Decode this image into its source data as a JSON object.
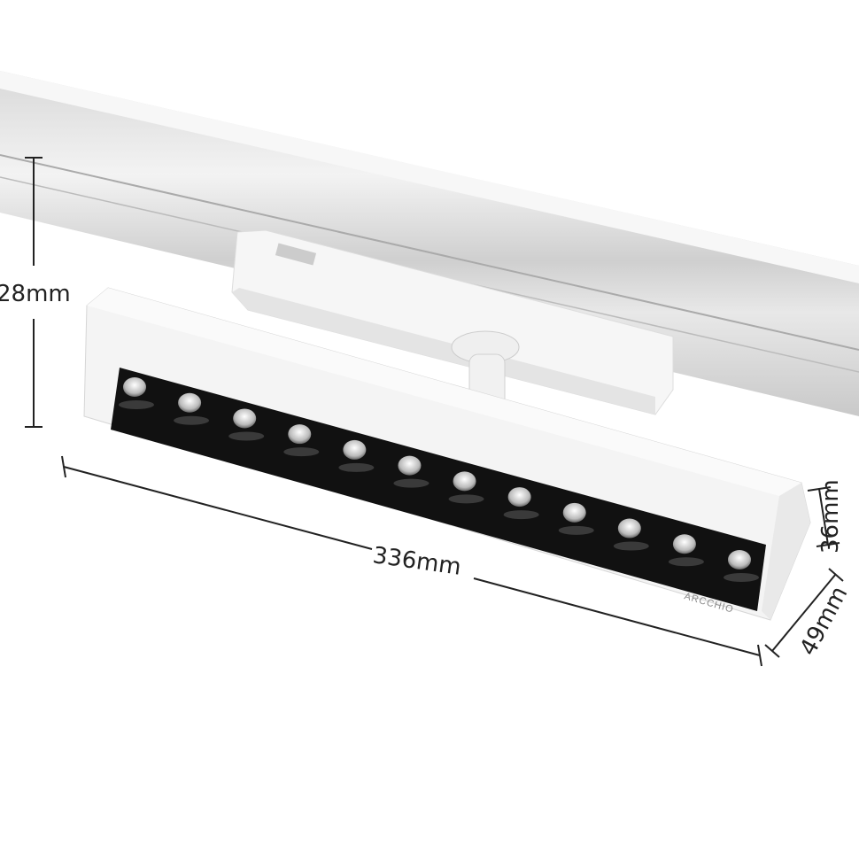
{
  "dimensions": {
    "height": "28mm",
    "length": "336mm",
    "depth": "36mm",
    "width": "49mm"
  },
  "brand": "ARCCHIO",
  "led_count": 12,
  "colors": {
    "housing": "#f4f4f4",
    "track": "#e6e6e6",
    "led_strip": "#111111",
    "dimension_line": "#222222"
  }
}
